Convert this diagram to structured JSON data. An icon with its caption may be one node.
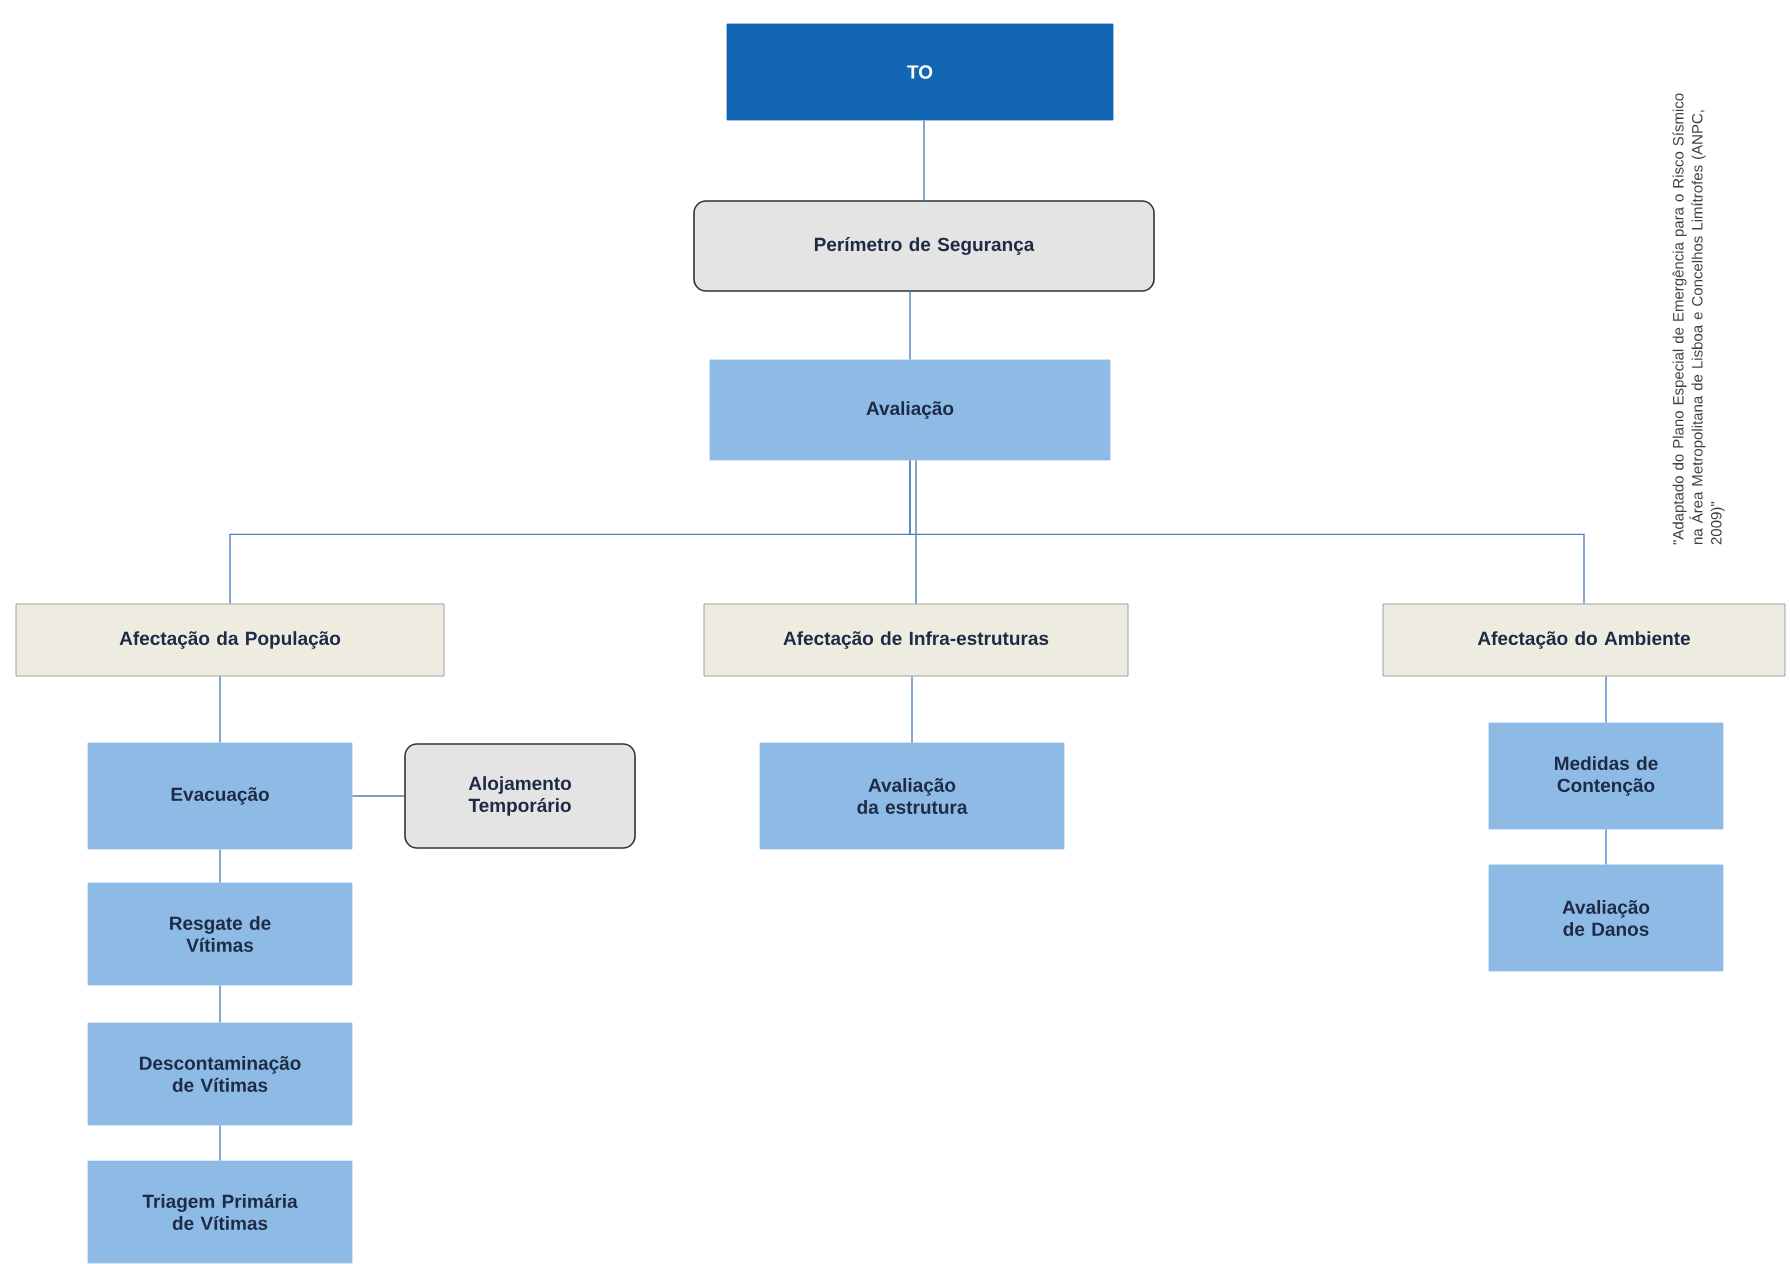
{
  "diagram": {
    "nodes": [
      {
        "text": [
          "TO"
        ]
      },
      {
        "text": [
          "Perímetro de Segurança"
        ]
      },
      {
        "text": [
          "Avaliação"
        ]
      },
      {
        "text": [
          "Afectação da População"
        ]
      },
      {
        "text": [
          "Afectação de Infra-estruturas"
        ]
      },
      {
        "text": [
          "Afectação do Ambiente"
        ]
      },
      {
        "text": [
          "Evacuação"
        ]
      },
      {
        "text": [
          "Alojamento Temporário"
        ]
      },
      {
        "text": [
          "Resgate de Vítimas"
        ]
      },
      {
        "text": [
          "Descontaminação de Vítimas"
        ]
      },
      {
        "text": [
          "Triagem Primária de Vítimas"
        ]
      },
      {
        "text": [
          "Avaliação da estrutura"
        ]
      },
      {
        "text": [
          "Medidas de Contenção"
        ]
      },
      {
        "text": [
          "Avaliação de Danos"
        ]
      }
    ],
    "edges": [
      {
        "from": 0,
        "to": 1,
        "arrow": "none"
      },
      {
        "from": 1,
        "to": 2,
        "arrow": "none"
      },
      {
        "from": 2,
        "to": 3,
        "arrow": "none"
      },
      {
        "from": 2,
        "to": 4,
        "arrow": "none"
      },
      {
        "from": 2,
        "to": 5,
        "arrow": "none"
      },
      {
        "from": 3,
        "to": 6,
        "arrow": "none"
      },
      {
        "from": 6,
        "to": 7,
        "arrow": "none"
      },
      {
        "from": 6,
        "to": 8,
        "arrow": "none"
      },
      {
        "from": 8,
        "to": 9,
        "arrow": "none"
      },
      {
        "from": 9,
        "to": 10,
        "arrow": "none"
      },
      {
        "from": 4,
        "to": 11,
        "arrow": "none"
      },
      {
        "from": 5,
        "to": 12,
        "arrow": "none"
      },
      {
        "from": 12,
        "to": 13,
        "arrow": "none"
      }
    ],
    "labels": [
      "\"Adaptado do Plano Especial de Emergência para o Risco Sísmico na Área Metropolitana de Lisboa e Concelhos Limítrofes (ANPC, 2009)\""
    ]
  }
}
